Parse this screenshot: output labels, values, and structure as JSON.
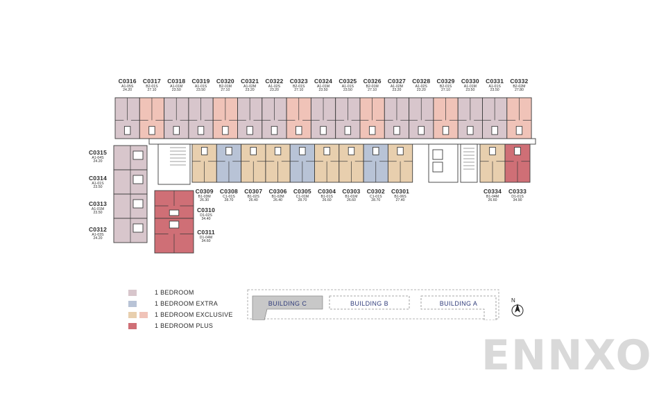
{
  "units_top": [
    {
      "code": "C0316",
      "type": "A1-05S",
      "area": "24.20",
      "kind": "1br"
    },
    {
      "code": "C0317",
      "type": "B2-01S",
      "area": "27.10",
      "kind": "excl"
    },
    {
      "code": "C0318",
      "type": "A1-01M",
      "area": "23.50",
      "kind": "1br"
    },
    {
      "code": "C0319",
      "type": "A1-01S",
      "area": "23.50",
      "kind": "1br"
    },
    {
      "code": "C0320",
      "type": "B2-01M",
      "area": "27.10",
      "kind": "excl"
    },
    {
      "code": "C0321",
      "type": "A1-02M",
      "area": "23.20",
      "kind": "1br"
    },
    {
      "code": "C0322",
      "type": "A1-02S",
      "area": "23.20",
      "kind": "1br"
    },
    {
      "code": "C0323",
      "type": "B2-01S",
      "area": "27.10",
      "kind": "excl"
    },
    {
      "code": "C0324",
      "type": "A1-01M",
      "area": "23.50",
      "kind": "1br"
    },
    {
      "code": "C0325",
      "type": "A1-01S",
      "area": "23.50",
      "kind": "1br"
    },
    {
      "code": "C0326",
      "type": "B2-01M",
      "area": "27.10",
      "kind": "excl"
    },
    {
      "code": "C0327",
      "type": "A1-02M",
      "area": "23.20",
      "kind": "1br"
    },
    {
      "code": "C0328",
      "type": "A1-02S",
      "area": "23.20",
      "kind": "1br"
    },
    {
      "code": "C0329",
      "type": "B2-01S",
      "area": "27.10",
      "kind": "excl"
    },
    {
      "code": "C0330",
      "type": "A1-01M",
      "area": "23.50",
      "kind": "1br"
    },
    {
      "code": "C0331",
      "type": "A1-01S",
      "area": "23.50",
      "kind": "1br"
    },
    {
      "code": "C0332",
      "type": "B2-02M",
      "area": "27.80",
      "kind": "excl"
    }
  ],
  "units_bottom": [
    {
      "code": "C0309",
      "type": "B1-03M",
      "area": "26.30",
      "kind": "excl"
    },
    {
      "code": "C0308",
      "type": "C1-01S",
      "area": "28.70",
      "kind": "extra"
    },
    {
      "code": "C0307",
      "type": "B1-02S",
      "area": "26.40",
      "kind": "excl"
    },
    {
      "code": "C0306",
      "type": "B1-02M",
      "area": "26.40",
      "kind": "excl"
    },
    {
      "code": "C0305",
      "type": "C1-01M",
      "area": "28.70",
      "kind": "extra"
    },
    {
      "code": "C0304",
      "type": "B1-01S",
      "area": "26.60",
      "kind": "excl"
    },
    {
      "code": "C0303",
      "type": "B1-01M",
      "area": "26.60",
      "kind": "excl"
    },
    {
      "code": "C0302",
      "type": "C1-01S",
      "area": "28.70",
      "kind": "extra"
    },
    {
      "code": "C0301",
      "type": "B1-06S",
      "area": "27.40",
      "kind": "excl"
    }
  ],
  "units_bottom_right": [
    {
      "code": "C0334",
      "type": "B1-04M",
      "area": "26.60",
      "kind": "excl"
    },
    {
      "code": "C0333",
      "type": "D1-01S",
      "area": "34.90",
      "kind": "plus"
    }
  ],
  "units_left": [
    {
      "code": "C0315",
      "type": "A1-04S",
      "area": "24.20",
      "kind": "1br"
    },
    {
      "code": "C0314",
      "type": "A1-01S",
      "area": "23.50",
      "kind": "1br"
    },
    {
      "code": "C0313",
      "type": "A1-01M",
      "area": "23.50",
      "kind": "1br"
    },
    {
      "code": "C0312",
      "type": "A1-03S",
      "area": "24.20",
      "kind": "1br"
    }
  ],
  "units_wing": [
    {
      "code": "C0310",
      "type": "D1-02S",
      "area": "34.40",
      "kind": "plus"
    },
    {
      "code": "C0311",
      "type": "D1-04M",
      "area": "34.60",
      "kind": "plus"
    }
  ],
  "legend": [
    {
      "label": "1 BEDROOM",
      "colors": [
        "#d8c6cc"
      ]
    },
    {
      "label": "1 BEDROOM EXTRA",
      "colors": [
        "#b8c3d6"
      ]
    },
    {
      "label": "1 BEDROOM EXCLUSIVE",
      "colors": [
        "#e8cfae",
        "#f0c3b8"
      ]
    },
    {
      "label": "1 BEDROOM PLUS",
      "colors": [
        "#cf6f76"
      ]
    }
  ],
  "key_map": {
    "buildings": [
      {
        "label": "BUILDING C",
        "active": true
      },
      {
        "label": "BUILDING B",
        "active": false
      },
      {
        "label": "BUILDING A",
        "active": false
      }
    ]
  },
  "north_label": "N",
  "watermark": "ENNXO",
  "colors": {
    "one_bedroom": "#d8c6cc",
    "extra": "#b8c3d6",
    "exclusive_beige": "#e8cfae",
    "exclusive_pink": "#f0c3b8",
    "plus": "#cf6f76",
    "wall": "#3a3a3a",
    "building_text": "#2f3b7a"
  }
}
